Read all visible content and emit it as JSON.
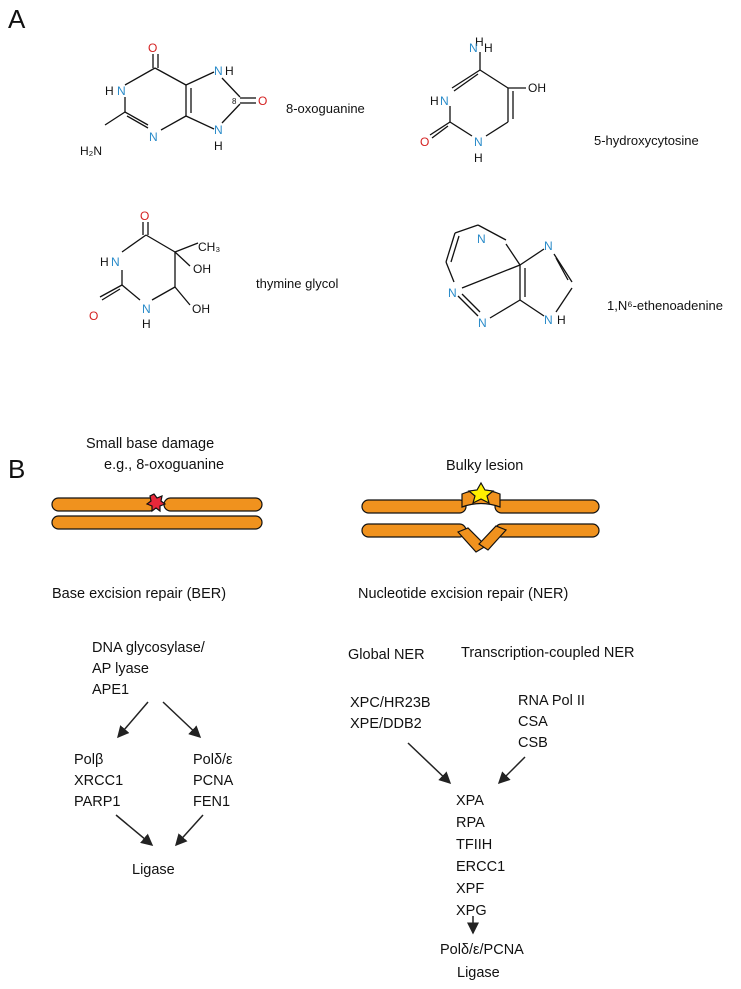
{
  "panel_a": {
    "label": "A",
    "compounds": [
      {
        "name": "8-oxoguanine",
        "atoms": {
          "o_top": "O",
          "nh1_n": "N",
          "nh1_h": "H",
          "nh7_n": "N",
          "nh7_h": "H",
          "pos8": "8",
          "o_right": "O",
          "n3": "N",
          "nh2": "H₂N",
          "n9_n": "N",
          "n9_h": "H"
        }
      },
      {
        "name": "5-hydroxycytosine",
        "atoms": {
          "h_top": "H",
          "n_amine": "N",
          "h_amine": "H",
          "oh": "OH",
          "n3_h": "H",
          "n3_n": "N",
          "o": "O",
          "n1_n": "N",
          "n1_h": "H"
        }
      },
      {
        "name": "thymine glycol",
        "atoms": {
          "o_top": "O",
          "ch3": "CH₃",
          "h_n": "H",
          "n_n": "N",
          "oh1": "OH",
          "o": "O",
          "n1_n": "N",
          "n1_h": "H",
          "oh2": "OH"
        }
      },
      {
        "name": "1,N⁶-ethenoadenine",
        "atoms": {
          "n_top": "N",
          "n_left": "N",
          "n_right": "N",
          "n_bottom": "N",
          "n9_n": "N",
          "n9_h": "H"
        }
      }
    ]
  },
  "panel_b": {
    "label": "B",
    "ber": {
      "damage_lines": [
        "Small base damage",
        "e.g., 8-oxoguanine"
      ],
      "title": "Base excision repair (BER)",
      "step1": [
        "DNA glycosylase/",
        "AP lyase",
        "APE1"
      ],
      "left_branch": [
        "Polβ",
        "XRCC1",
        "PARP1"
      ],
      "right_branch": [
        "Polδ/ε",
        "PCNA",
        "FEN1"
      ],
      "final": "Ligase",
      "lesion_color": "#e8283a"
    },
    "ner": {
      "damage": "Bulky lesion",
      "title": "Nucleotide excision repair (NER)",
      "global": "Global NER",
      "tc": "Transcription-coupled NER",
      "global_factors": [
        "XPC/HR23B",
        "XPE/DDB2"
      ],
      "tc_factors": [
        "RNA Pol II",
        "CSA",
        "CSB"
      ],
      "core": [
        "XPA",
        "RPA",
        "TFIIH",
        "ERCC1",
        "XPF",
        "XPG"
      ],
      "final": [
        "Polδ/ε/PCNA",
        "Ligase"
      ],
      "lesion_color": "#ffee00"
    },
    "dna_color": "#f0921e"
  }
}
